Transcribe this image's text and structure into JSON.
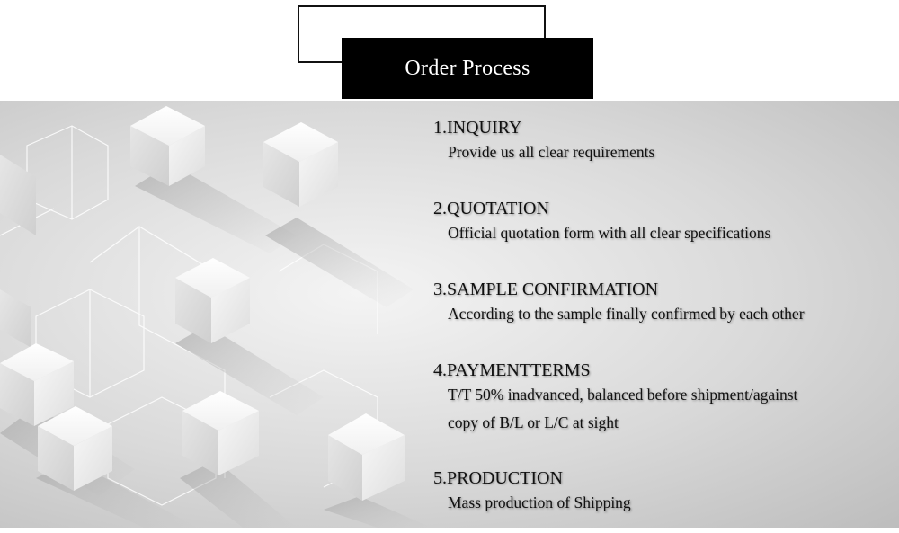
{
  "header": {
    "title": "Order Process"
  },
  "steps": [
    {
      "title": "1.INQUIRY",
      "lines": [
        "Provide us all clear requirements"
      ]
    },
    {
      "title": "2.QUOTATION",
      "lines": [
        "Official quotation form with all clear specifications"
      ]
    },
    {
      "title": "3.SAMPLE CONFIRMATION",
      "lines": [
        "According to the sample finally confirmed by each other"
      ]
    },
    {
      "title": "4.PAYMENTTERMS",
      "lines": [
        "T/T 50% inadvanced, balanced before shipment/against",
        "copy of B/L or L/C at sight"
      ]
    },
    {
      "title": "5.PRODUCTION",
      "lines": [
        "Mass production of  Shipping"
      ]
    }
  ]
}
